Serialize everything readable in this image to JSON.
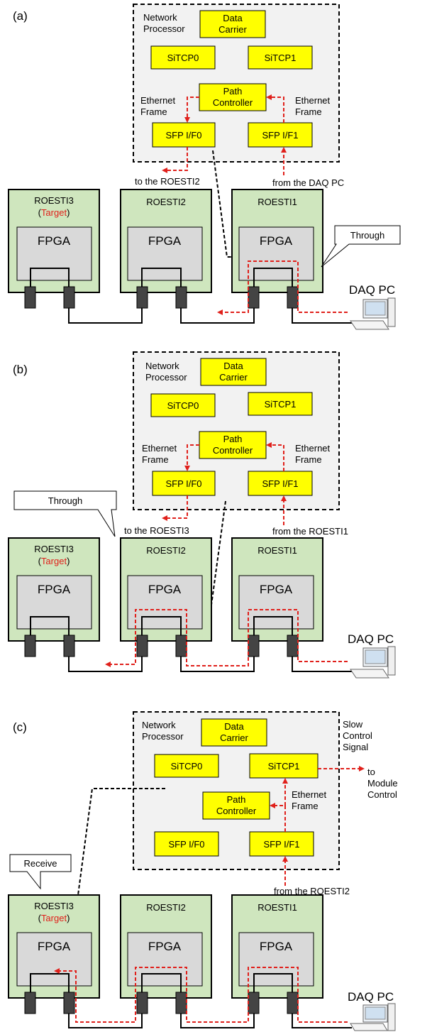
{
  "panels": [
    {
      "label": "(a)",
      "np": {
        "title": [
          "Network",
          "Processor"
        ],
        "data_carrier": [
          "Data",
          "Carrier"
        ],
        "sitcp0": "SiTCP0",
        "sitcp1": "SiTCP1",
        "path_controller": [
          "Path",
          "Controller"
        ],
        "sfp0": "SFP I/F0",
        "sfp1": "SFP I/F1",
        "eth_left": [
          "Ethernet",
          "Frame"
        ],
        "eth_right": [
          "Ethernet",
          "Frame"
        ]
      },
      "out_label": "to the ROESTI2",
      "in_label": "from the DAQ PC",
      "callout": "Through",
      "boards": [
        {
          "name": "ROESTI3",
          "target": "Target",
          "fpga": "FPGA"
        },
        {
          "name": "ROESTI2",
          "fpga": "FPGA"
        },
        {
          "name": "ROESTI1",
          "fpga": "FPGA"
        }
      ],
      "daq_pc": "DAQ PC"
    },
    {
      "label": "(b)",
      "np": {
        "title": [
          "Network",
          "Processor"
        ],
        "data_carrier": [
          "Data",
          "Carrier"
        ],
        "sitcp0": "SiTCP0",
        "sitcp1": "SiTCP1",
        "path_controller": [
          "Path",
          "Controller"
        ],
        "sfp0": "SFP I/F0",
        "sfp1": "SFP I/F1",
        "eth_left": [
          "Ethernet",
          "Frame"
        ],
        "eth_right": [
          "Ethernet",
          "Frame"
        ]
      },
      "out_label": "to the ROESTI3",
      "in_label": "from the ROESTI1",
      "callout": "Through",
      "boards": [
        {
          "name": "ROESTI3",
          "target": "Target",
          "fpga": "FPGA"
        },
        {
          "name": "ROESTI2",
          "fpga": "FPGA"
        },
        {
          "name": "ROESTI1",
          "fpga": "FPGA"
        }
      ],
      "daq_pc": "DAQ PC"
    },
    {
      "label": "(c)",
      "np": {
        "title": [
          "Network",
          "Processor"
        ],
        "data_carrier": [
          "Data",
          "Carrier"
        ],
        "sitcp0": "SiTCP0",
        "sitcp1": "SiTCP1",
        "path_controller": [
          "Path",
          "Controller"
        ],
        "sfp0": "SFP I/F0",
        "sfp1": "SFP I/F1",
        "eth_right": [
          "Ethernet",
          "Frame"
        ]
      },
      "in_label": "from the ROESTI2",
      "slow_control": [
        "Slow",
        "Control",
        "Signal"
      ],
      "module_control": [
        "to",
        "Module",
        "Control"
      ],
      "callout": "Receive",
      "boards": [
        {
          "name": "ROESTI3",
          "target": "Target",
          "fpga": "FPGA"
        },
        {
          "name": "ROESTI2",
          "fpga": "FPGA"
        },
        {
          "name": "ROESTI1",
          "fpga": "FPGA"
        }
      ],
      "daq_pc": "DAQ PC"
    }
  ],
  "colors": {
    "board_fill": "#cfe6be",
    "fpga_fill": "#d9d9d9",
    "np_fill": "#f2f2f2",
    "module_fill": "#ffff00",
    "signal": "#e0201b",
    "target_text": "#e0201b"
  }
}
